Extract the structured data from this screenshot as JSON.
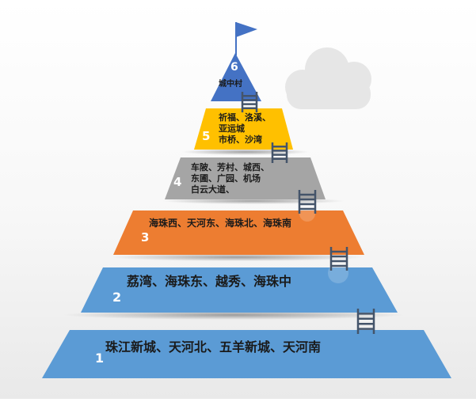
{
  "pyramid": {
    "tiers": [
      {
        "number": "1",
        "text": "珠江新城、天河北、五羊新城、天河南",
        "color": "#5b9bd5"
      },
      {
        "number": "2",
        "text": "荔湾、海珠东、越秀、海珠中",
        "color": "#5b9bd5"
      },
      {
        "number": "3",
        "text": "海珠西、天河东、海珠北、海珠南",
        "color": "#ed7d31"
      },
      {
        "number": "4",
        "lines": [
          "车陂、芳村、城西、",
          "东圃、广园、机场",
          "白云大道、"
        ],
        "color": "#a5a5a5"
      },
      {
        "number": "5",
        "lines": [
          "祈福、洛溪、",
          "亚运城",
          "市桥、沙湾"
        ],
        "color": "#ffc000"
      },
      {
        "number": "6",
        "text": "城中村",
        "color": "#4472c4"
      }
    ]
  },
  "colors": {
    "flag": "#4472c4",
    "ladder": "#44546a",
    "cloud": "#e6e6e6"
  }
}
